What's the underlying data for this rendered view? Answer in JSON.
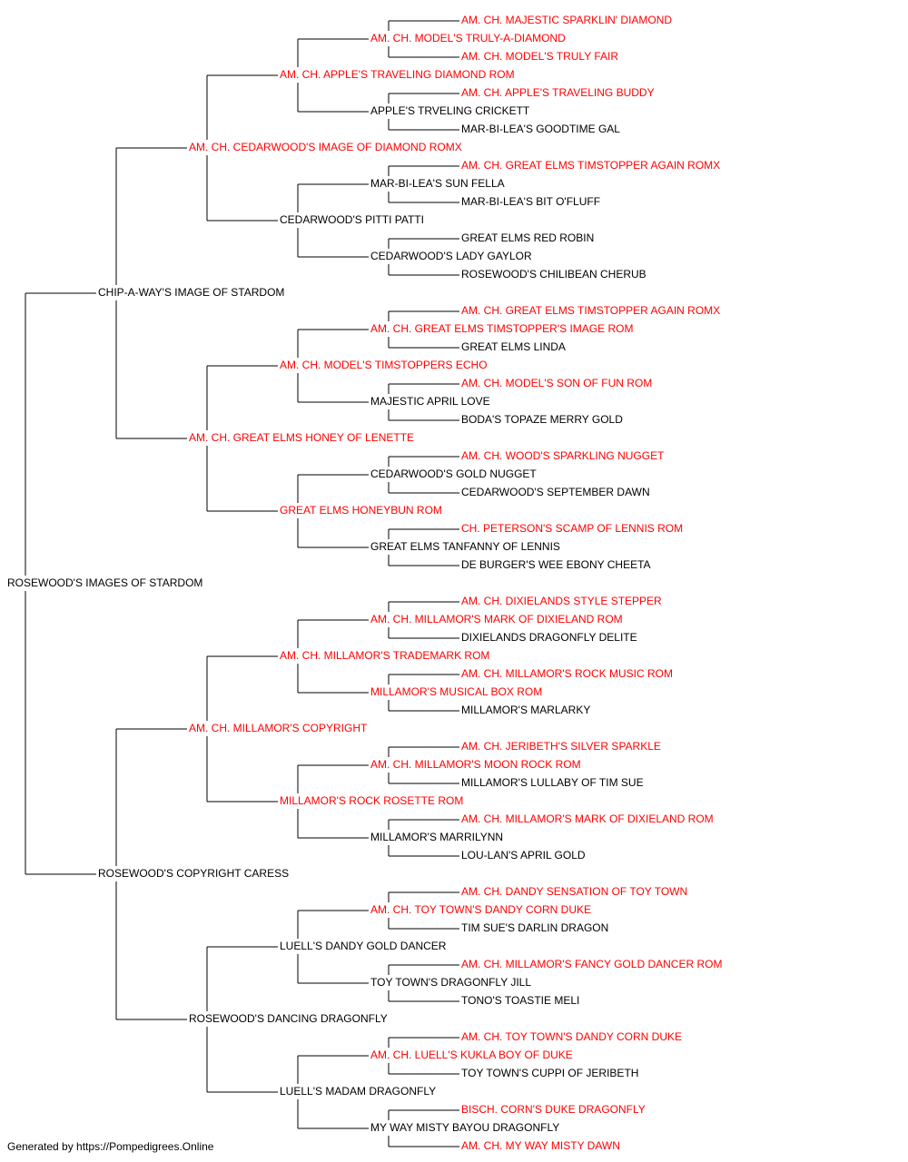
{
  "colors": {
    "champion": "#ff0000",
    "normal": "#000000",
    "line": "#000000"
  },
  "pedigree": {
    "name": "ROSEWOOD'S IMAGES OF STARDOM",
    "ch": false,
    "sire": {
      "name": "CHIP-A-WAY'S IMAGE OF STARDOM",
      "ch": false,
      "sire": {
        "name": "AM. CH. CEDARWOOD'S IMAGE OF DIAMOND ROMX",
        "ch": true,
        "sire": {
          "name": "AM. CH. APPLE'S TRAVELING DIAMOND ROM",
          "ch": true,
          "sire": {
            "name": "AM. CH. MODEL'S TRULY-A-DIAMOND",
            "ch": true,
            "sire": {
              "name": "AM. CH. MAJESTIC SPARKLIN' DIAMOND",
              "ch": true
            },
            "dam": {
              "name": "AM. CH. MODEL'S TRULY FAIR",
              "ch": true
            }
          },
          "dam": {
            "name": "APPLE'S TRVELING CRICKETT",
            "ch": false,
            "sire": {
              "name": "AM. CH. APPLE'S TRAVELING BUDDY",
              "ch": true
            },
            "dam": {
              "name": "MAR-BI-LEA'S GOODTIME GAL",
              "ch": false
            }
          }
        },
        "dam": {
          "name": "CEDARWOOD'S PITTI PATTI",
          "ch": false,
          "sire": {
            "name": "MAR-BI-LEA'S SUN FELLA",
            "ch": false,
            "sire": {
              "name": "AM. CH. GREAT ELMS TIMSTOPPER AGAIN ROMX",
              "ch": true
            },
            "dam": {
              "name": "MAR-BI-LEA'S BIT O'FLUFF",
              "ch": false
            }
          },
          "dam": {
            "name": "CEDARWOOD'S LADY GAYLOR",
            "ch": false,
            "sire": {
              "name": "GREAT ELMS RED ROBIN",
              "ch": false
            },
            "dam": {
              "name": "ROSEWOOD'S CHILIBEAN CHERUB",
              "ch": false
            }
          }
        }
      },
      "dam": {
        "name": "AM. CH. GREAT ELMS HONEY OF LENETTE",
        "ch": true,
        "sire": {
          "name": "AM. CH. MODEL'S TIMSTOPPERS ECHO",
          "ch": true,
          "sire": {
            "name": "AM. CH. GREAT ELMS TIMSTOPPER'S IMAGE ROM",
            "ch": true,
            "sire": {
              "name": "AM. CH. GREAT ELMS TIMSTOPPER AGAIN ROMX",
              "ch": true
            },
            "dam": {
              "name": "GREAT ELMS LINDA",
              "ch": false
            }
          },
          "dam": {
            "name": "MAJESTIC APRIL LOVE",
            "ch": false,
            "sire": {
              "name": "AM. CH. MODEL'S SON OF FUN ROM",
              "ch": true
            },
            "dam": {
              "name": "BODA'S TOPAZE MERRY GOLD",
              "ch": false
            }
          }
        },
        "dam": {
          "name": "GREAT ELMS HONEYBUN ROM",
          "ch": true,
          "sire": {
            "name": "CEDARWOOD'S GOLD NUGGET",
            "ch": false,
            "sire": {
              "name": "AM. CH. WOOD'S SPARKLING NUGGET",
              "ch": true
            },
            "dam": {
              "name": "CEDARWOOD'S SEPTEMBER DAWN",
              "ch": false
            }
          },
          "dam": {
            "name": "GREAT ELMS TANFANNY OF LENNIS",
            "ch": false,
            "sire": {
              "name": "CH. PETERSON'S SCAMP OF LENNIS ROM",
              "ch": true
            },
            "dam": {
              "name": "DE BURGER'S WEE EBONY CHEETA",
              "ch": false
            }
          }
        }
      }
    },
    "dam": {
      "name": "ROSEWOOD'S COPYRIGHT CARESS",
      "ch": false,
      "sire": {
        "name": "AM. CH. MILLAMOR'S COPYRIGHT",
        "ch": true,
        "sire": {
          "name": "AM. CH. MILLAMOR'S TRADEMARK ROM",
          "ch": true,
          "sire": {
            "name": "AM. CH. MILLAMOR'S MARK OF DIXIELAND ROM",
            "ch": true,
            "sire": {
              "name": "AM. CH. DIXIELANDS STYLE STEPPER",
              "ch": true
            },
            "dam": {
              "name": "DIXIELANDS DRAGONFLY DELITE",
              "ch": false
            }
          },
          "dam": {
            "name": "MILLAMOR'S MUSICAL BOX ROM",
            "ch": true,
            "sire": {
              "name": "AM. CH. MILLAMOR'S ROCK MUSIC ROM",
              "ch": true
            },
            "dam": {
              "name": "MILLAMOR'S MARLARKY",
              "ch": false
            }
          }
        },
        "dam": {
          "name": "MILLAMOR'S ROCK ROSETTE ROM",
          "ch": true,
          "sire": {
            "name": "AM. CH. MILLAMOR'S MOON ROCK ROM",
            "ch": true,
            "sire": {
              "name": "AM. CH. JERIBETH'S SILVER SPARKLE",
              "ch": true
            },
            "dam": {
              "name": "MILLAMOR'S LULLABY OF TIM SUE",
              "ch": false
            }
          },
          "dam": {
            "name": "MILLAMOR'S MARRILYNN",
            "ch": false,
            "sire": {
              "name": "AM. CH. MILLAMOR'S MARK OF DIXIELAND ROM",
              "ch": true
            },
            "dam": {
              "name": "LOU-LAN'S APRIL GOLD",
              "ch": false
            }
          }
        }
      },
      "dam": {
        "name": "ROSEWOOD'S DANCING DRAGONFLY",
        "ch": false,
        "sire": {
          "name": "LUELL'S DANDY GOLD DANCER",
          "ch": false,
          "sire": {
            "name": "AM. CH. TOY TOWN'S DANDY CORN DUKE",
            "ch": true,
            "sire": {
              "name": "AM. CH. DANDY SENSATION OF TOY TOWN",
              "ch": true
            },
            "dam": {
              "name": "TIM SUE'S DARLIN DRAGON",
              "ch": false
            }
          },
          "dam": {
            "name": "TOY TOWN'S DRAGONFLY JILL",
            "ch": false,
            "sire": {
              "name": "AM. CH. MILLAMOR'S FANCY GOLD DANCER ROM",
              "ch": true
            },
            "dam": {
              "name": "TONO'S TOASTIE MELI",
              "ch": false
            }
          }
        },
        "dam": {
          "name": "LUELL'S MADAM DRAGONFLY",
          "ch": false,
          "sire": {
            "name": "AM. CH. LUELL'S KUKLA BOY OF DUKE",
            "ch": true,
            "sire": {
              "name": "AM. CH. TOY TOWN'S DANDY CORN DUKE",
              "ch": true
            },
            "dam": {
              "name": "TOY TOWN'S CUPPI OF JERIBETH",
              "ch": false
            }
          },
          "dam": {
            "name": "MY WAY MISTY BAYOU DRAGONFLY",
            "ch": false,
            "sire": {
              "name": "BISCH. CORN'S DUKE DRAGONFLY",
              "ch": true
            },
            "dam": {
              "name": "AM. CH. MY WAY MISTY DAWN",
              "ch": true
            }
          }
        }
      }
    }
  },
  "footer": {
    "text": "Generated by https://Pompedigrees.Online"
  }
}
